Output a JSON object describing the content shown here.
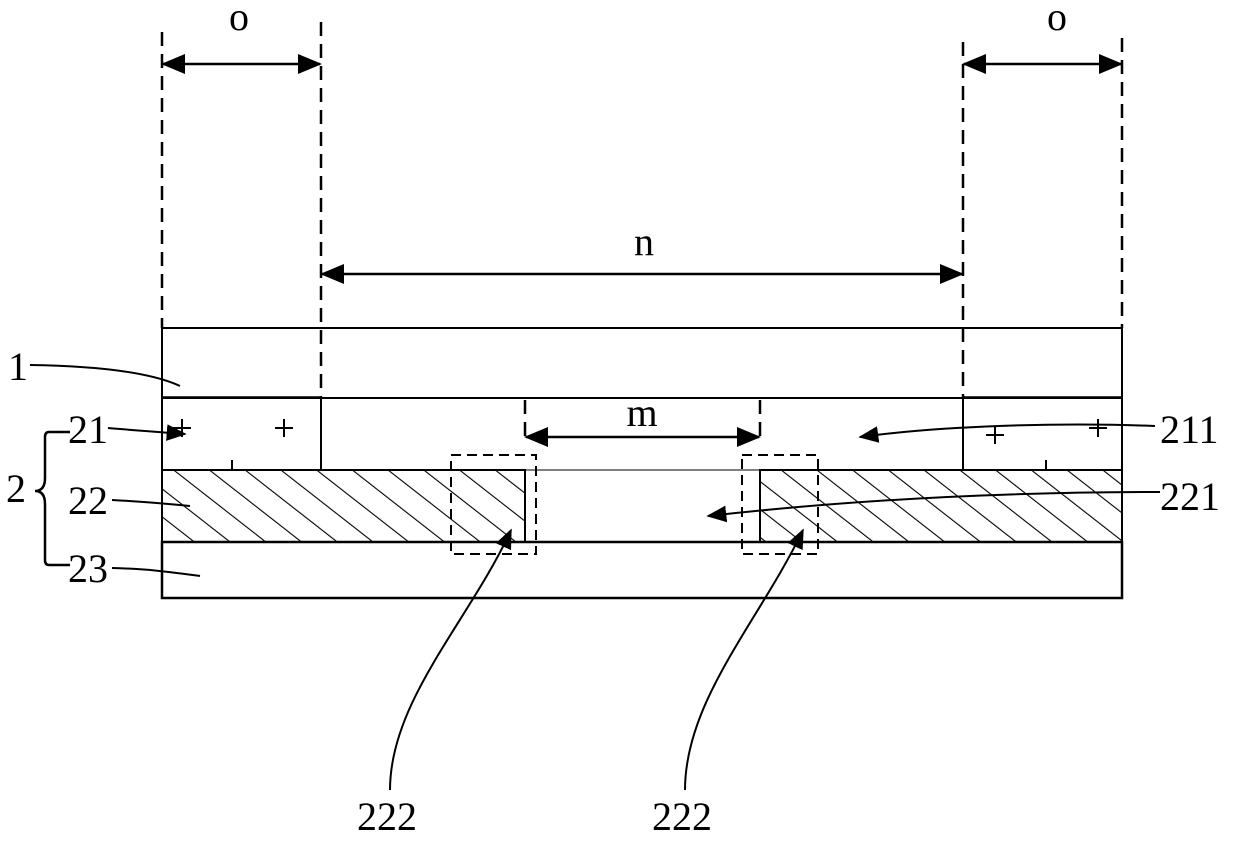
{
  "labels": {
    "dim_o_left": "o",
    "dim_o_right": "o",
    "dim_n": "n",
    "dim_m": "m",
    "ref_1": "1",
    "ref_2": "2",
    "ref_21": "21",
    "ref_22": "22",
    "ref_23": "23",
    "ref_211": "211",
    "ref_221": "221",
    "ref_222_left": "222",
    "ref_222_right": "222"
  },
  "colors": {
    "stroke": "#000000",
    "background": "#ffffff"
  }
}
